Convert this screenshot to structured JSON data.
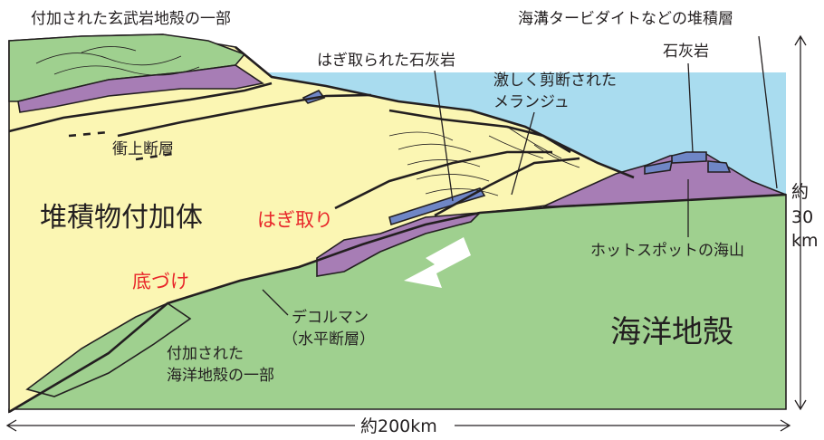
{
  "colors": {
    "sea": "#a9dcef",
    "accretionary_wedge": "#fbf6b3",
    "oceanic_crust": "#9fd08f",
    "basalt_layer": "#a77db5",
    "limestone": "#6f86c6",
    "outline": "#231f20",
    "highlight_red": "#e8262a",
    "arrow_white": "#ffffff"
  },
  "labels": {
    "accreted_basalt": "付加された玄武岩地殻の一部",
    "trench_turbidite": "海溝タービダイトなどの堆積層",
    "scraped_limestone": "はぎ取られた石灰岩",
    "limestone": "石灰岩",
    "sheared_melange_1": "激しく剪断された",
    "sheared_melange_2": "メランジュ",
    "thrust_fault": "衝上断層",
    "accretionary_complex": "堆積物付加体",
    "offscraping": "はぎ取り",
    "underplating": "底づけ",
    "hotspot_seamount": "ホットスポットの海山",
    "decollement_1": "デコルマン",
    "decollement_2": "（水平断層）",
    "oceanic_crust": "海洋地殻",
    "accreted_oceanic_1": "付加された",
    "accreted_oceanic_2": "海洋地殻の一部",
    "depth_1": "約",
    "depth_2": "30",
    "depth_3": "km",
    "width": "約200km"
  },
  "icons": {
    "movement_arrow": "arrow-left-down-icon",
    "depth_scale": "double-arrow-vertical-icon",
    "width_scale": "double-arrow-horizontal-icon"
  }
}
